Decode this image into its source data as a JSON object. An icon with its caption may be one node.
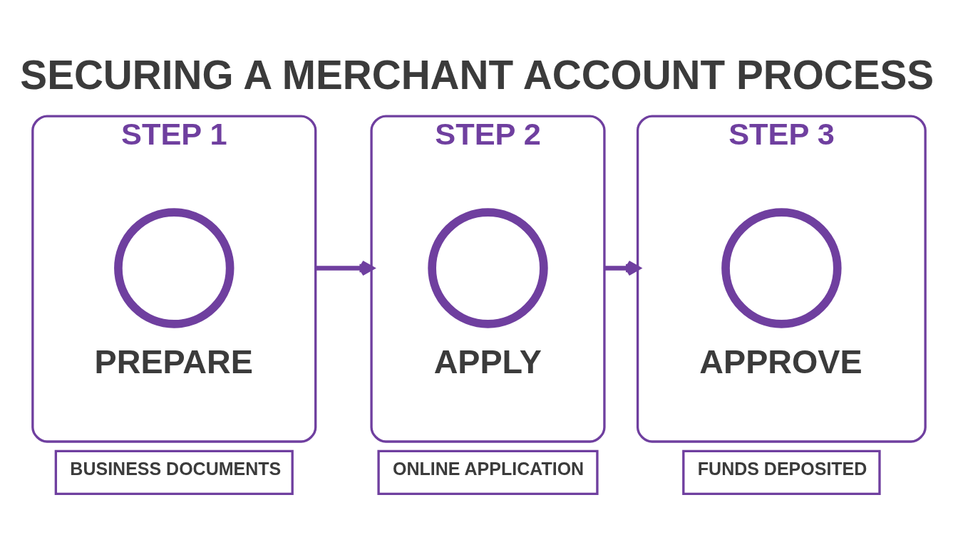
{
  "diagram": {
    "title": "SECURING A MERCHANT ACCOUNT PROCESS",
    "nodes": [
      {
        "text": [
          "STEP 1",
          "PREPARE"
        ]
      },
      {
        "text": [],
        "shape": "circle",
        "in": 0
      },
      {
        "text": [
          "STEP 2",
          "APPLY"
        ]
      },
      {
        "text": [],
        "shape": "circle",
        "in": 2
      },
      {
        "text": [
          "STEP 3",
          "APPROVE"
        ]
      },
      {
        "text": [],
        "shape": "circle",
        "in": 4
      },
      {
        "text": [
          "BUSINESS DOCUMENTS"
        ]
      },
      {
        "text": [
          "ONLINE APPLICATION"
        ]
      },
      {
        "text": [
          "FUNDS DEPOSITED"
        ]
      }
    ],
    "edges": [
      {
        "from": 0,
        "to": 2,
        "arrow": "to"
      },
      {
        "from": 2,
        "to": 4,
        "arrow": "to"
      }
    ]
  }
}
